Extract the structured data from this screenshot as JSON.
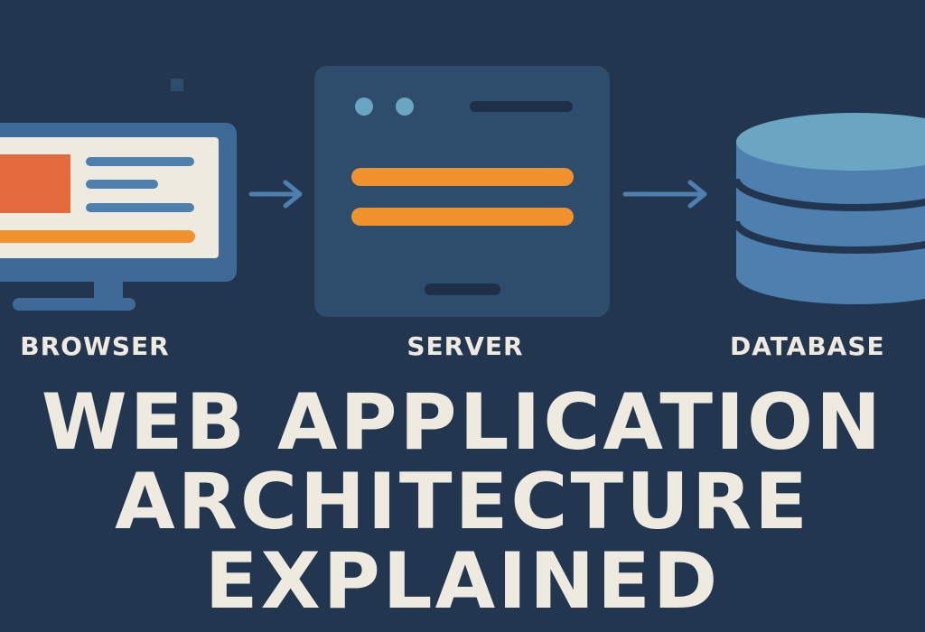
{
  "colors": {
    "background": "#223650",
    "accent_orange": "#F0922E",
    "accent_red_orange": "#E26A3C",
    "accent_blue": "#4D7FAF",
    "light_blue": "#6AA6C2",
    "cream": "#EEEAE0",
    "server_panel": "#2E4C6B"
  },
  "nodes": [
    {
      "label": "BROWSER",
      "icon": "browser-monitor-icon"
    },
    {
      "label": "SERVER",
      "icon": "server-window-icon"
    },
    {
      "label": "DATABASE",
      "icon": "database-cylinder-icon"
    }
  ],
  "connectors": [
    {
      "from": "BROWSER",
      "to": "SERVER",
      "icon": "arrow-right-icon"
    },
    {
      "from": "SERVER",
      "to": "DATABASE",
      "icon": "arrow-right-icon"
    }
  ],
  "title_lines": [
    "WEB APPLICATION",
    "ARCHITECTURE",
    "EXPLAINED"
  ]
}
